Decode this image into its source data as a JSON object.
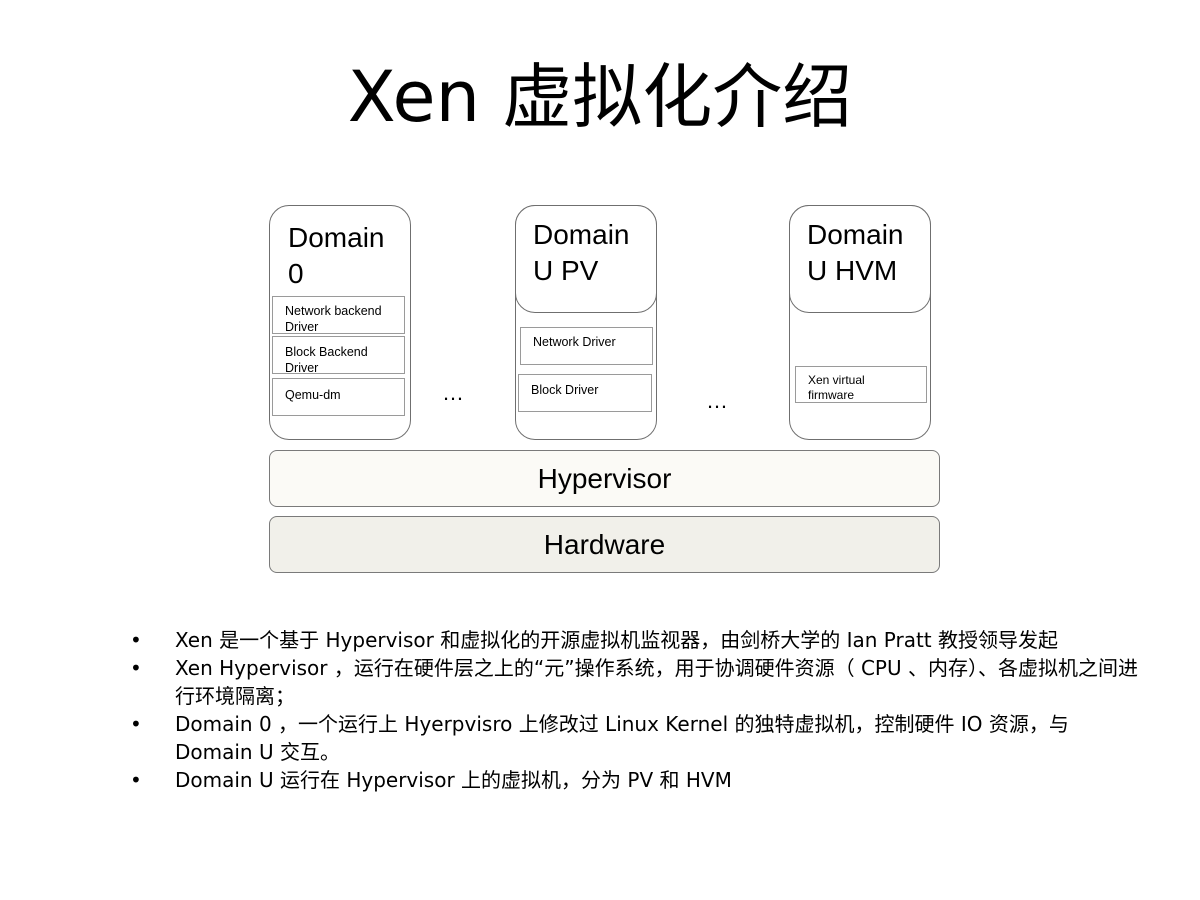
{
  "slide": {
    "title": "Xen 虚拟化介绍"
  },
  "diagram": {
    "domain0": {
      "label": "Domain\n0",
      "drivers": [
        "Network backend\nDriver",
        "Block Backend\nDriver",
        "Qemu-dm"
      ]
    },
    "domainU_pv": {
      "label": "Domain\nU PV",
      "drivers": [
        "Network Driver",
        "Block Driver"
      ]
    },
    "domainU_hvm": {
      "label": "Domain\nU HVM",
      "drivers": [
        "Xen virtual\nfirmware"
      ]
    },
    "ellipsis": "…",
    "hypervisor_label": "Hypervisor",
    "hardware_label": "Hardware",
    "colors": {
      "hypervisor_fill": "#fbfaf6",
      "hardware_fill": "#f1f0ea",
      "border": "#6f6f6f"
    }
  },
  "bullets": [
    {
      "marker": "•",
      "text": "Xen  是一个基于 Hypervisor  和虚拟化的开源虚拟机监视器，由剑桥大学的 Ian Pratt  教授领导发起"
    },
    {
      "marker": "•",
      "text": "Xen Hypervisor ，运行在硬件层之上的“元”操作系统，用于协调硬件资源（  CPU 、内存）、各虚拟机之间进行环境隔离；"
    },
    {
      "marker": "•",
      "text": "Domain 0  ，一个运行上 Hyerpvisro 上修改过 Linux Kernel 的独特虚拟机，控制硬件 IO 资源，与 Domain U 交互。"
    },
    {
      "marker": "•",
      "text": "Domain U  运行在 Hypervisor 上的虚拟机，分为 PV 和 HVM"
    }
  ]
}
